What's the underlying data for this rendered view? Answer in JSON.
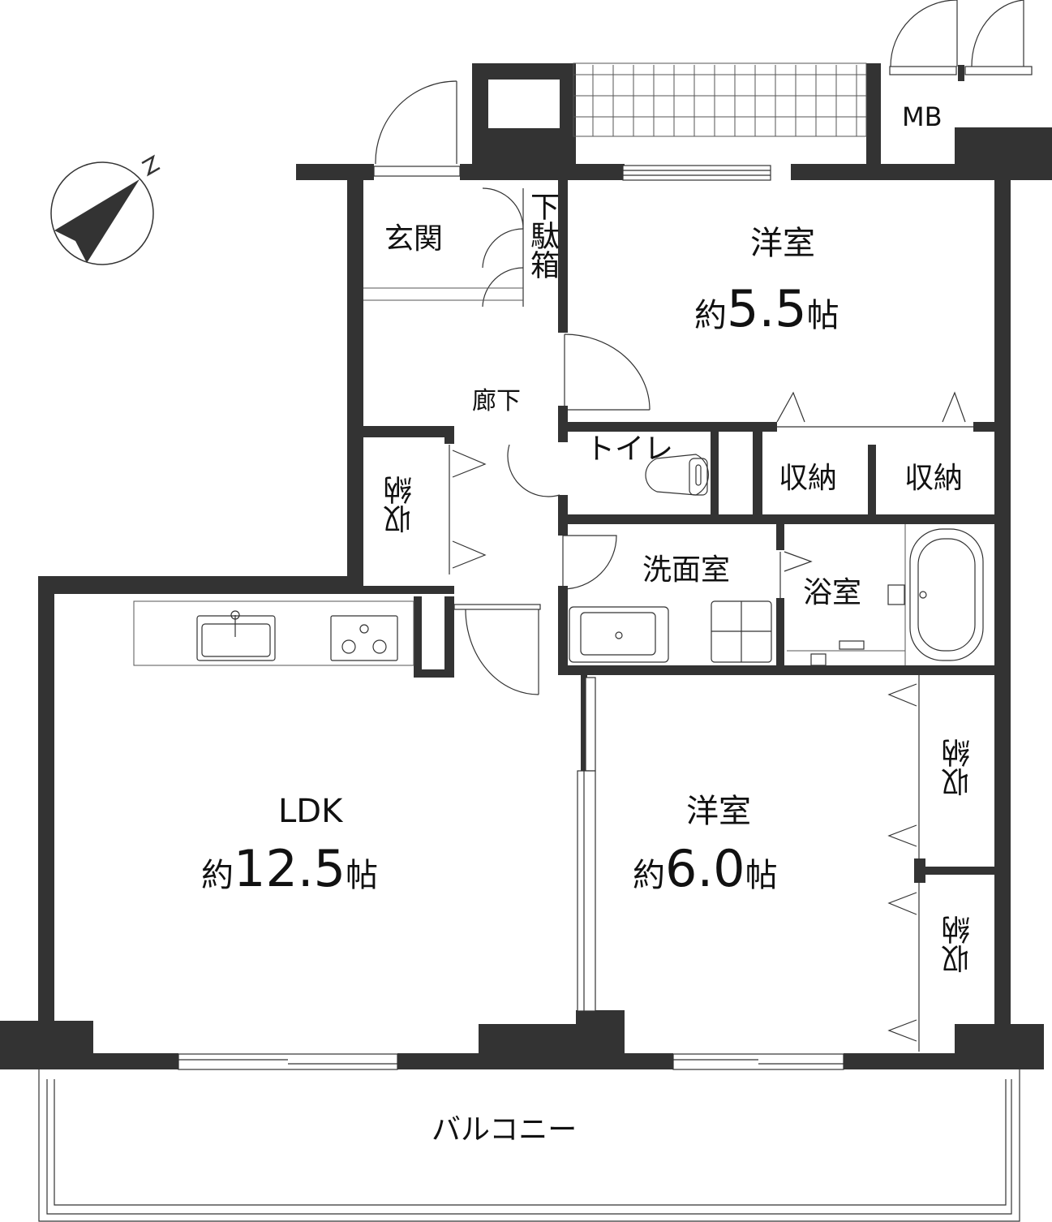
{
  "compass": {
    "label": "N"
  },
  "rooms": {
    "genkan": {
      "name": "玄関"
    },
    "getabako": {
      "name": "下駄箱"
    },
    "rouka": {
      "name": "廊下"
    },
    "western1": {
      "name": "洋室",
      "prefix": "約",
      "size": "5.5",
      "unit": "帖"
    },
    "toilet": {
      "name": "トイレ"
    },
    "storage_a": {
      "name": "収納"
    },
    "storage_b": {
      "name": "収納"
    },
    "storage_hall": {
      "name": "収納"
    },
    "senmen": {
      "name": "洗面室"
    },
    "bath": {
      "name": "浴室"
    },
    "ldk": {
      "name": "LDK",
      "prefix": "約",
      "size": "12.5",
      "unit": "帖"
    },
    "western2": {
      "name": "洋室",
      "prefix": "約",
      "size": "6.0",
      "unit": "帖"
    },
    "storage_w2_top": {
      "name": "収納"
    },
    "storage_w2_bottom": {
      "name": "収納"
    },
    "mb": {
      "name": "MB"
    },
    "balcony": {
      "name": "バルコニー"
    }
  },
  "colors": {
    "wall": "#333333",
    "background": "#ffffff",
    "text": "#111111"
  }
}
